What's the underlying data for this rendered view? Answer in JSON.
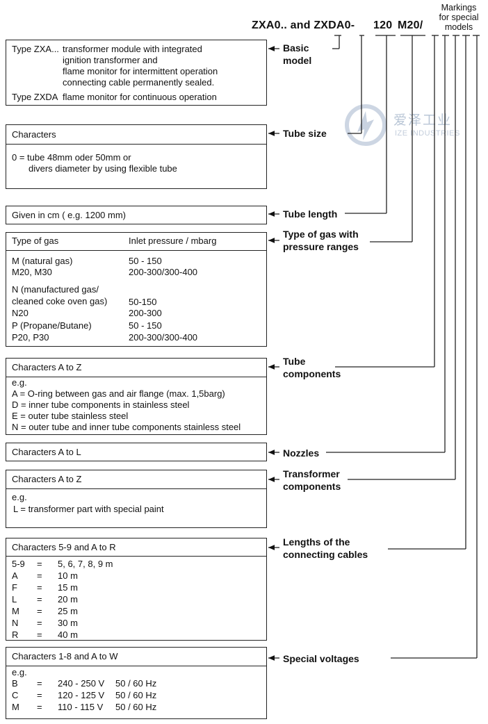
{
  "heading": {
    "part1": "ZXA0.. and ZXDA0-",
    "part2": "120",
    "part3": "M20/",
    "markings_label": [
      "Markings",
      "for special",
      "models"
    ]
  },
  "watermark": {
    "cn": "爱泽工业",
    "en": "IZE INDUSTRIES"
  },
  "sections": {
    "basic_model": {
      "label": [
        "Basic",
        "model"
      ],
      "rows": [
        {
          "key": "Type ZXA...",
          "lines": [
            "transformer module with integrated",
            "ignition transformer and",
            "flame monitor for intermittent operation",
            "connecting cable permanently sealed."
          ]
        },
        {
          "key": "Type ZXDA",
          "lines": [
            "flame monitor for continuous operation"
          ]
        }
      ]
    },
    "tube_size": {
      "label": [
        "Tube size"
      ],
      "header": "Characters",
      "lines": [
        "0 = tube  48mm oder 50mm or",
        "divers diameter by using flexible tube"
      ]
    },
    "tube_length": {
      "label": [
        "Tube length"
      ],
      "header": "Given in cm ( e.g. 1200 mm)"
    },
    "gas_type": {
      "label": [
        "Type of gas with",
        "pressure ranges"
      ],
      "header_col1": "Type of gas",
      "header_col2": "Inlet pressure  / mbarg",
      "rows": [
        {
          "gas": "M (natural gas)",
          "pressure": "50 - 150"
        },
        {
          "gas": "M20, M30",
          "pressure": "200-300/300-400"
        },
        {
          "gas": "N (manufactured gas/",
          "pressure": ""
        },
        {
          "gas": "cleaned coke oven gas)",
          "pressure": "50-150"
        },
        {
          "gas": "N20",
          "pressure": "200-300"
        },
        {
          "gas": "P (Propane/Butane)",
          "pressure": "50 - 150"
        },
        {
          "gas": "P20, P30",
          "pressure": "200-300/300-400"
        }
      ]
    },
    "tube_components": {
      "label": [
        "Tube",
        "components"
      ],
      "header": "Characters A to Z",
      "lines": [
        "e.g.",
        "A = O-ring between gas and air flange (max. 1,5barg)",
        "D = inner tube components in stainless steel",
        "E = outer tube stainless steel",
        "N = outer tube and inner tube components stainless steel"
      ]
    },
    "nozzles": {
      "label": [
        "Nozzles"
      ],
      "header": "Characters A to L"
    },
    "transformer": {
      "label": [
        "Transformer",
        "components"
      ],
      "header": "Characters A to Z",
      "lines": [
        "e.g.",
        "L = transformer part with special paint"
      ]
    },
    "cables": {
      "label": [
        "Lengths of the",
        "connecting cables"
      ],
      "header": "Characters 5-9 and A to R",
      "rows": [
        {
          "code": "5-9",
          "eq": "=",
          "value": "5, 6, 7, 8, 9 m"
        },
        {
          "code": "A",
          "eq": "=",
          "value": "10 m"
        },
        {
          "code": "F",
          "eq": "=",
          "value": "15 m"
        },
        {
          "code": "L",
          "eq": "=",
          "value": "20 m"
        },
        {
          "code": "M",
          "eq": "=",
          "value": "25 m"
        },
        {
          "code": "N",
          "eq": "=",
          "value": "30 m"
        },
        {
          "code": "R",
          "eq": "=",
          "value": "40 m"
        }
      ]
    },
    "voltages": {
      "label": [
        "Special voltages"
      ],
      "header": "Characters 1-8 and A to W",
      "eg": "e.g.",
      "rows": [
        {
          "code": "B",
          "eq": "=",
          "voltage": "240 - 250 V",
          "freq": "50 / 60 Hz"
        },
        {
          "code": "C",
          "eq": "=",
          "voltage": "120 - 125 V",
          "freq": "50 / 60 Hz"
        },
        {
          "code": "M",
          "eq": "=",
          "voltage": "110 - 115 V",
          "freq": "50 / 60 Hz"
        }
      ]
    }
  }
}
